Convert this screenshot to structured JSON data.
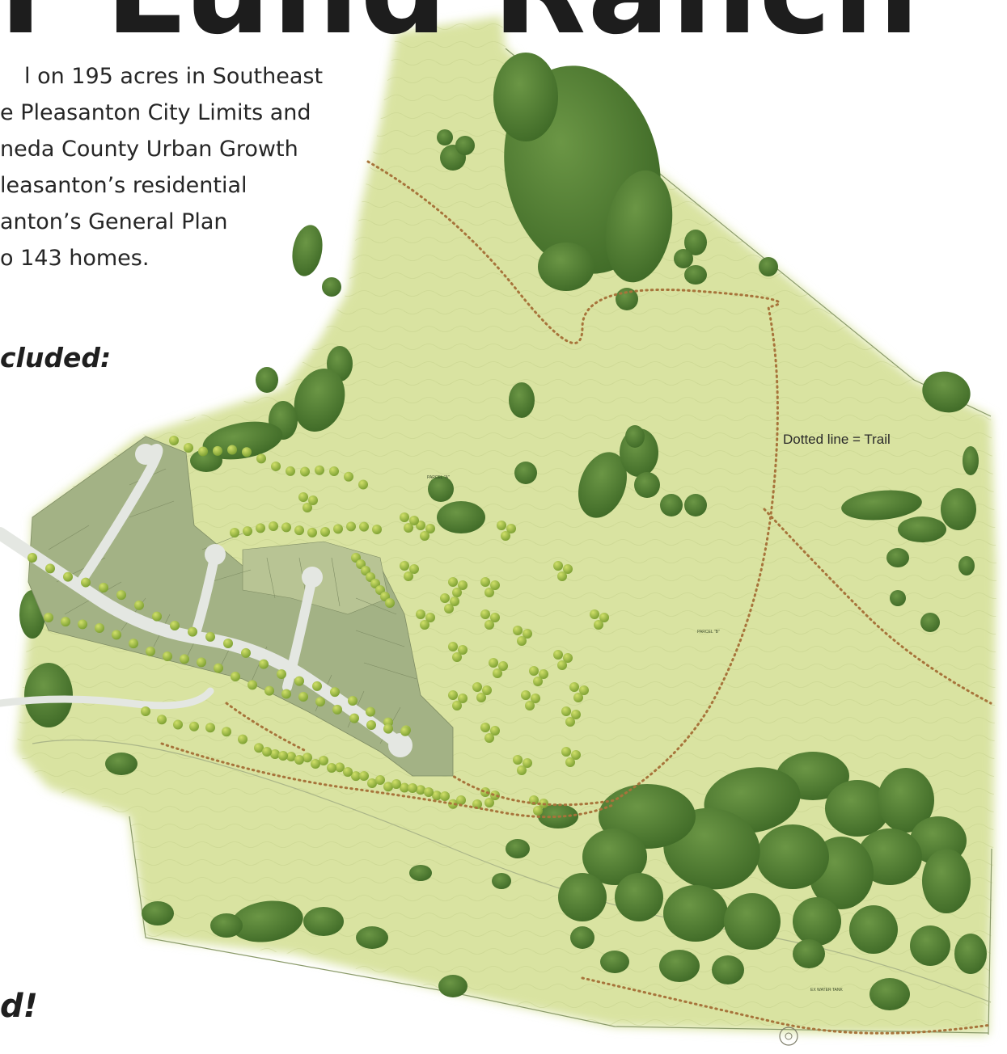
{
  "headline_fragment": "r Lund Ranch",
  "intro_lines": [
    "l on 195 acres in Southeast",
    "e Pleasanton City Limits and",
    "neda County Urban Growth",
    "leasanton’s residential",
    "anton’s General Plan",
    "o 143 homes."
  ],
  "subhead_top": "cluded:",
  "subhead_bottom": "d!",
  "legend_note": "Dotted line = Trail",
  "map_labels": {
    "parcel_a": "PARCEL \"A\"",
    "parcel_b": "PARCEL \"B\"",
    "water_tank": "EX WATER TANK"
  },
  "colors": {
    "land": "#d9e3a1",
    "land_light": "#e4ebb6",
    "tree_dark": "#4f7a32",
    "tree_mid": "#6f9a3e",
    "tree_light": "#a9c44f",
    "lot": "#a3b285",
    "road": "#e4e7e2",
    "trail": "#a7743b",
    "text": "#262626"
  },
  "icons": {
    "tree": "tree-canopy-icon",
    "trail": "dotted-trail-line"
  }
}
